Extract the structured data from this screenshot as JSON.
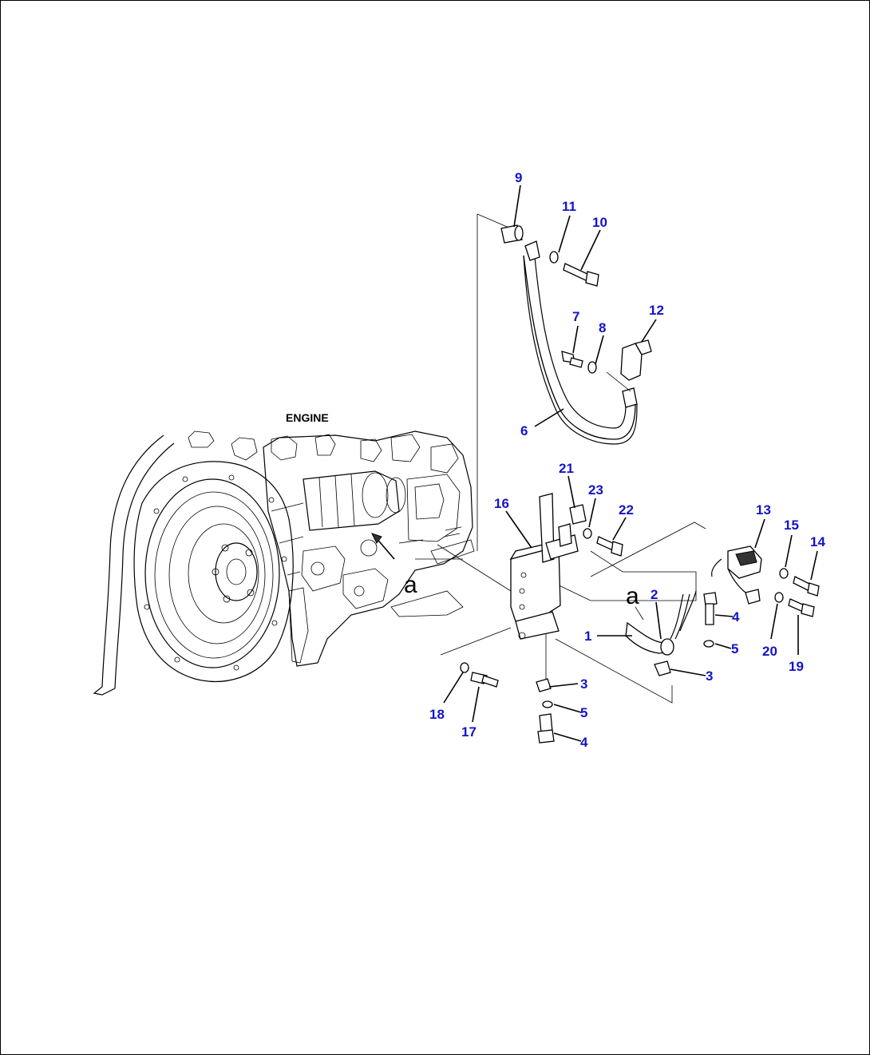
{
  "labels": {
    "engine": "ENGINE",
    "view_a_1": "a",
    "view_a_2": "a"
  },
  "callouts": [
    "1",
    "2",
    "3",
    "3",
    "4",
    "4",
    "5",
    "5",
    "6",
    "7",
    "8",
    "9",
    "10",
    "11",
    "12",
    "13",
    "14",
    "15",
    "16",
    "17",
    "18",
    "19",
    "20",
    "21",
    "22",
    "23"
  ],
  "colors": {
    "callout": "#1414c8",
    "line": "#000000",
    "background": "#ffffff"
  }
}
